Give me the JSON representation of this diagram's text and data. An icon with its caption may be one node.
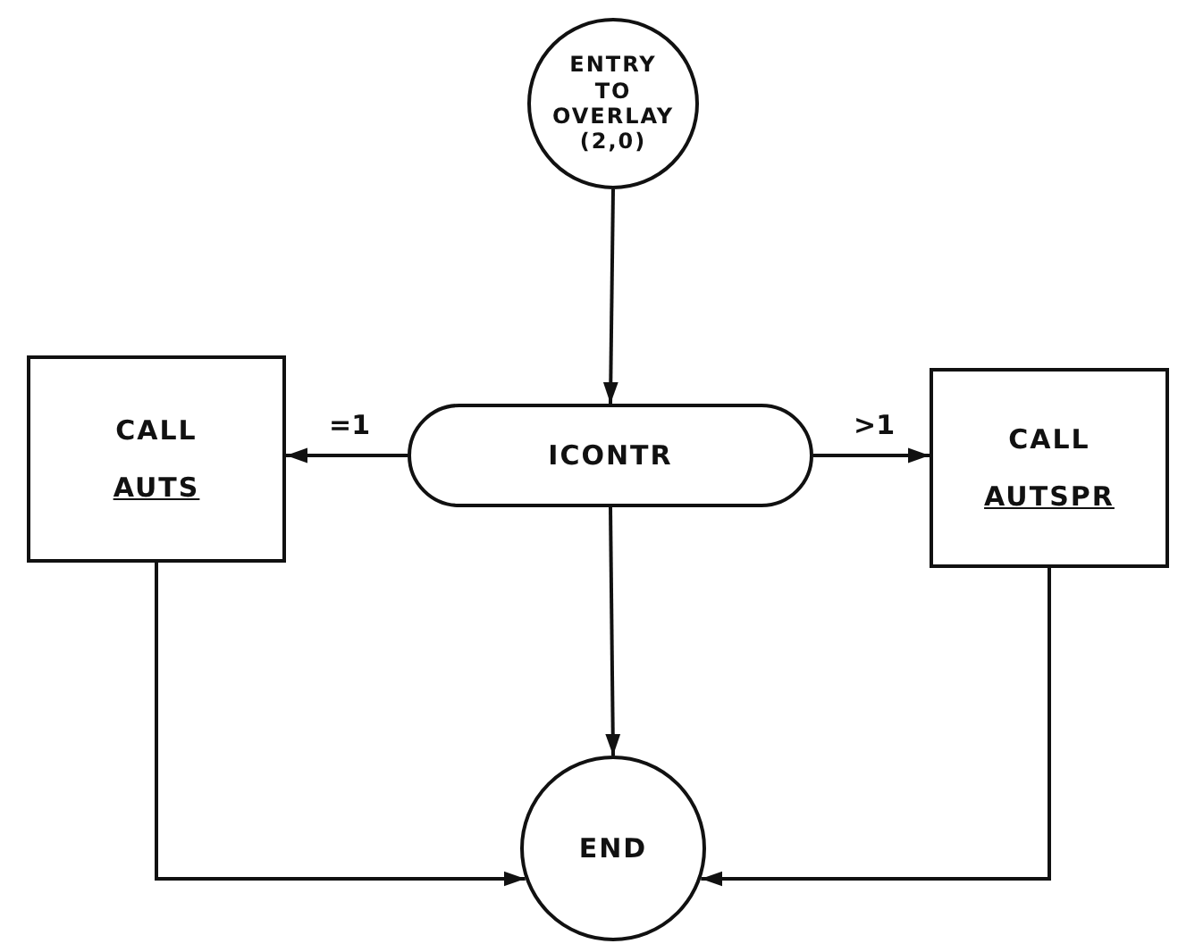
{
  "diagram": {
    "nodes": [
      {
        "text": [
          "ENTRY TO OVERLAY (2,0)"
        ]
      },
      {
        "text": [
          "CALL",
          "AUTS"
        ]
      },
      {
        "text": [
          "ICONTR"
        ]
      },
      {
        "text": [
          "CALL",
          "AUTSPR"
        ]
      },
      {
        "text": [
          "END"
        ]
      }
    ],
    "edges": [
      {
        "from": 0,
        "to": 2,
        "arrow": "to"
      },
      {
        "from": 2,
        "to": 1,
        "label": "=1",
        "arrow": "to"
      },
      {
        "from": 2,
        "to": 3,
        "label": ">1",
        "arrow": "to"
      },
      {
        "from": 2,
        "to": 4,
        "arrow": "to"
      },
      {
        "from": 1,
        "to": 4,
        "arrow": "to"
      },
      {
        "from": 3,
        "to": 4,
        "arrow": "to"
      }
    ]
  }
}
